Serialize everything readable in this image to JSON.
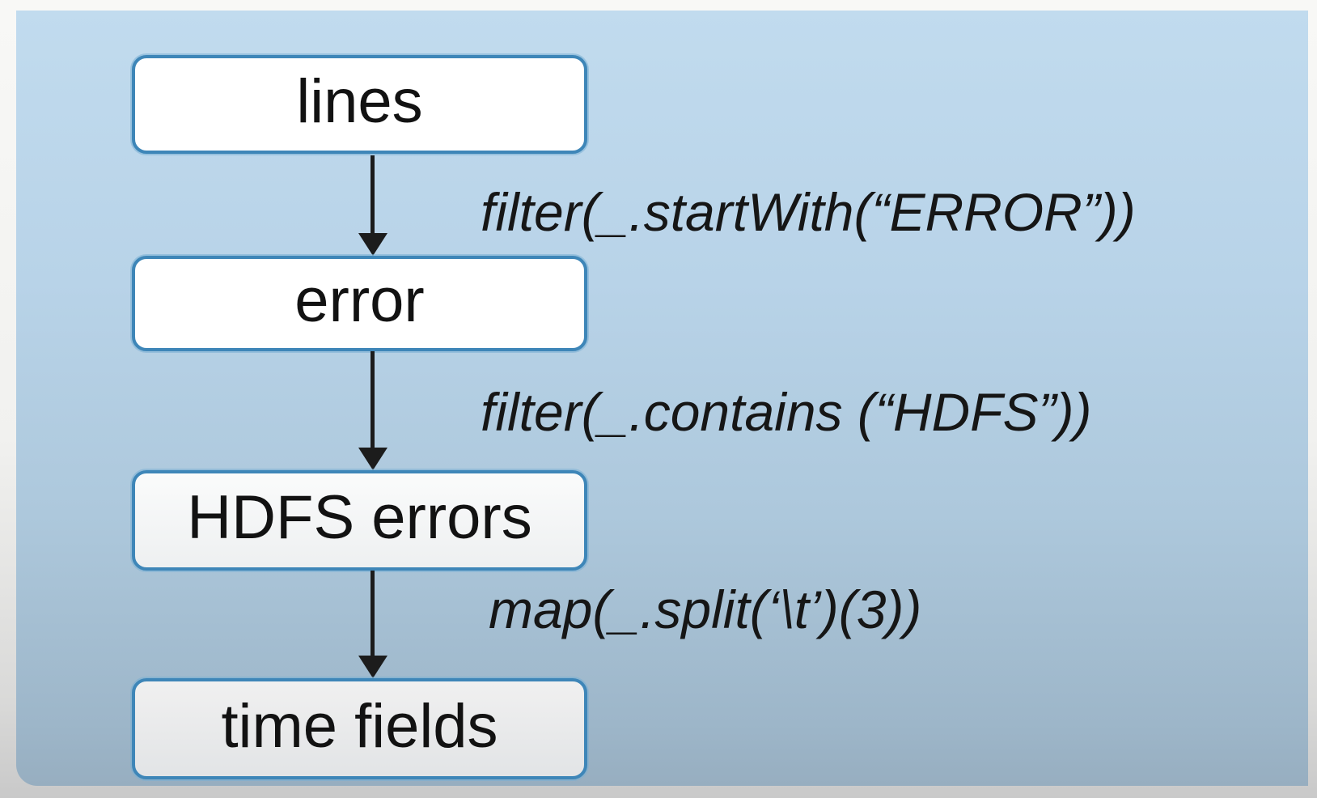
{
  "diagram": {
    "type": "flowchart",
    "direction": "top-down",
    "nodes": [
      {
        "label": "lines"
      },
      {
        "label": "error"
      },
      {
        "label": "HDFS errors"
      },
      {
        "label": "time fields"
      }
    ],
    "edges": [
      {
        "from": "lines",
        "to": "error",
        "label": "filter(_.startWith(“ERROR”))"
      },
      {
        "from": "error",
        "to": "HDFS errors",
        "label": "filter(_.contains (“HDFS”))"
      },
      {
        "from": "HDFS errors",
        "to": "time fields",
        "label": "map(_.split(‘\\t’)(3))"
      }
    ],
    "colors": {
      "panel_background_top": "#c1dbee",
      "panel_background_bottom": "#97aec0",
      "node_border": "#3e86b8",
      "node_fill": "#ffffff",
      "node_fill_last": "#e2e4e6",
      "arrow": "#1c1c1c",
      "text": "#121212"
    }
  }
}
